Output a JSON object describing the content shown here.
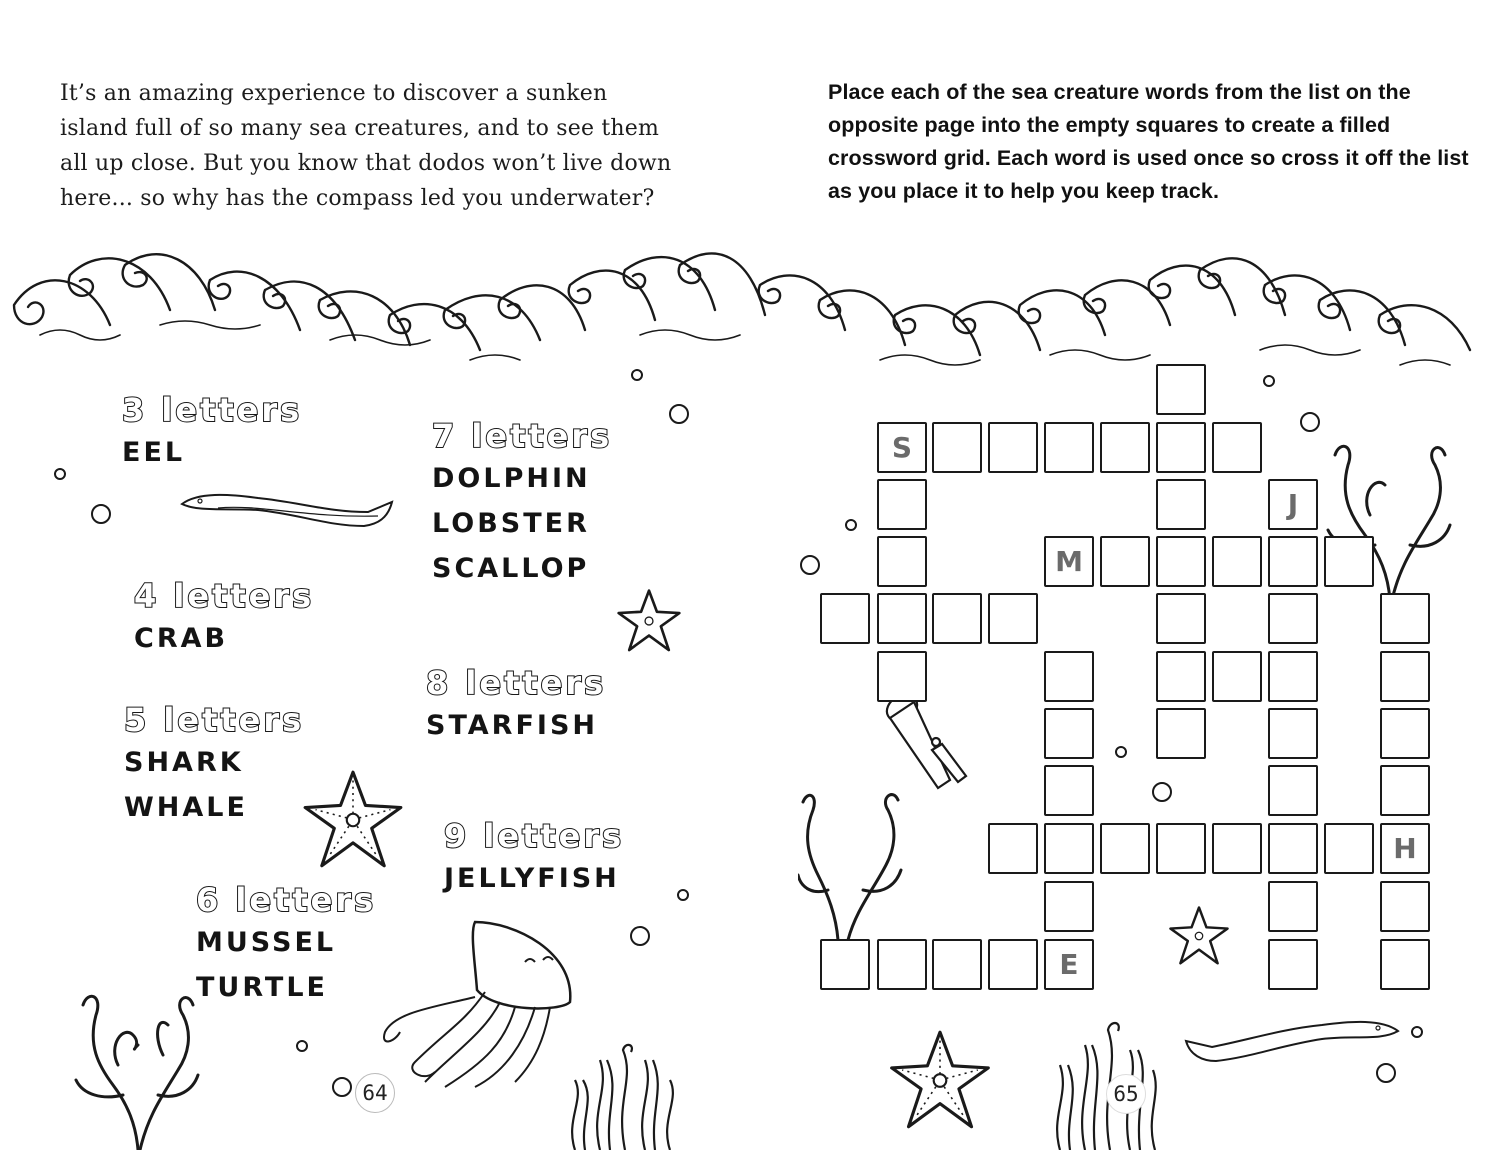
{
  "left_page": {
    "intro_text": "It’s an amazing experience to discover a sunken island full of so many sea creatures, and to see them all up close. But you know that dodos won’t live down here... so why has the compass led you underwater?",
    "word_groups": [
      {
        "title": "3 letters",
        "words": [
          "EEL"
        ]
      },
      {
        "title": "4 letters",
        "words": [
          "CRAB"
        ]
      },
      {
        "title": "5 letters",
        "words": [
          "SHARK",
          "WHALE"
        ]
      },
      {
        "title": "6 letters",
        "words": [
          "MUSSEL",
          "TURTLE"
        ]
      },
      {
        "title": "7 letters",
        "words": [
          "DOLPHIN",
          "LOBSTER",
          "SCALLOP"
        ]
      },
      {
        "title": "8 letters",
        "words": [
          "STARFISH"
        ]
      },
      {
        "title": "9 letters",
        "words": [
          "JELLYFISH"
        ]
      }
    ],
    "page_number": "64",
    "illustrations": [
      "eel-icon",
      "starfish-icon",
      "starfish-icon",
      "jellyfish-icon",
      "coral-icon",
      "seaweed-icon",
      "bubble-icon"
    ]
  },
  "right_page": {
    "instructions": "Place each of the sea creature words from the list on the opposite page into the empty squares to create a filled crossword grid. Each word is used once so cross it off the list as you place it to help you keep track.",
    "crossword": {
      "rows": [
        {
          "r": 0,
          "cells": [
            {
              "c": 6,
              "v": ""
            }
          ]
        },
        {
          "r": 1,
          "cells": [
            {
              "c": 1,
              "v": "S"
            },
            {
              "c": 2,
              "v": ""
            },
            {
              "c": 3,
              "v": ""
            },
            {
              "c": 4,
              "v": ""
            },
            {
              "c": 5,
              "v": ""
            },
            {
              "c": 6,
              "v": ""
            },
            {
              "c": 7,
              "v": ""
            }
          ]
        },
        {
          "r": 2,
          "cells": [
            {
              "c": 1,
              "v": ""
            },
            {
              "c": 6,
              "v": ""
            },
            {
              "c": 8,
              "v": "J"
            }
          ]
        },
        {
          "r": 3,
          "cells": [
            {
              "c": 1,
              "v": ""
            },
            {
              "c": 4,
              "v": "M"
            },
            {
              "c": 5,
              "v": ""
            },
            {
              "c": 6,
              "v": ""
            },
            {
              "c": 7,
              "v": ""
            },
            {
              "c": 8,
              "v": ""
            },
            {
              "c": 9,
              "v": ""
            }
          ]
        },
        {
          "r": 4,
          "cells": [
            {
              "c": 0,
              "v": ""
            },
            {
              "c": 1,
              "v": ""
            },
            {
              "c": 2,
              "v": ""
            },
            {
              "c": 3,
              "v": ""
            },
            {
              "c": 6,
              "v": ""
            },
            {
              "c": 8,
              "v": ""
            },
            {
              "c": 10,
              "v": ""
            }
          ]
        },
        {
          "r": 5,
          "cells": [
            {
              "c": 1,
              "v": ""
            },
            {
              "c": 4,
              "v": ""
            },
            {
              "c": 6,
              "v": ""
            },
            {
              "c": 7,
              "v": ""
            },
            {
              "c": 8,
              "v": ""
            },
            {
              "c": 10,
              "v": ""
            }
          ]
        },
        {
          "r": 6,
          "cells": [
            {
              "c": 4,
              "v": ""
            },
            {
              "c": 6,
              "v": ""
            },
            {
              "c": 8,
              "v": ""
            },
            {
              "c": 10,
              "v": ""
            }
          ]
        },
        {
          "r": 7,
          "cells": [
            {
              "c": 4,
              "v": ""
            },
            {
              "c": 8,
              "v": ""
            },
            {
              "c": 10,
              "v": ""
            }
          ]
        },
        {
          "r": 8,
          "cells": [
            {
              "c": 3,
              "v": ""
            },
            {
              "c": 4,
              "v": ""
            },
            {
              "c": 5,
              "v": ""
            },
            {
              "c": 6,
              "v": ""
            },
            {
              "c": 7,
              "v": ""
            },
            {
              "c": 8,
              "v": ""
            },
            {
              "c": 9,
              "v": ""
            },
            {
              "c": 10,
              "v": "H"
            }
          ]
        },
        {
          "r": 9,
          "cells": [
            {
              "c": 4,
              "v": ""
            },
            {
              "c": 8,
              "v": ""
            },
            {
              "c": 10,
              "v": ""
            }
          ]
        },
        {
          "r": 10,
          "cells": [
            {
              "c": 0,
              "v": ""
            },
            {
              "c": 1,
              "v": ""
            },
            {
              "c": 2,
              "v": ""
            },
            {
              "c": 3,
              "v": ""
            },
            {
              "c": 4,
              "v": "E"
            },
            {
              "c": 8,
              "v": ""
            },
            {
              "c": 10,
              "v": ""
            }
          ]
        }
      ],
      "given_letters": [
        "S",
        "J",
        "M",
        "H",
        "E"
      ],
      "letter_color": "#6b6b6b"
    },
    "page_number": "65",
    "illustrations": [
      "telescope-icon",
      "coral-icon",
      "coral-icon",
      "starfish-icon",
      "starfish-icon",
      "seaweed-icon",
      "eel-icon",
      "bubble-icon"
    ]
  },
  "decor": {
    "border": "wave-border",
    "ink_color": "#1a1a1a"
  }
}
